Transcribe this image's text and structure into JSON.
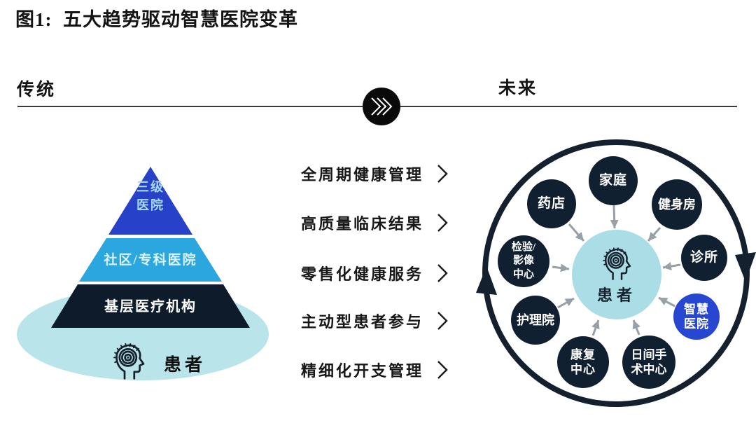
{
  "title": "图1:  五大趋势驱动智慧医院变革",
  "header": {
    "left_label": "传统",
    "right_label": "未来",
    "transition_icon": "triple-chevron-right-icon"
  },
  "traditional": {
    "pyramid_levels": [
      {
        "label": "三级\n医院",
        "color": "#2742c9"
      },
      {
        "label": "社区/专科医院",
        "color": "#2ca6de"
      },
      {
        "label": "基层医疗机构",
        "color": "#0d1b2b"
      }
    ],
    "patient_label": "患者",
    "patient_icon": "head-profile-mind-icon",
    "halo_color": "#b9e5ea"
  },
  "trends": [
    {
      "label": "全周期健康管理"
    },
    {
      "label": "高质量临床结果"
    },
    {
      "label": "零售化健康服务"
    },
    {
      "label": "主动型患者参与"
    },
    {
      "label": "精细化开支管理"
    }
  ],
  "future": {
    "center": {
      "label": "患者",
      "icon": "head-profile-mind-icon",
      "color": "#aadde6"
    },
    "ring_color": "#15202e",
    "arrow_color": "#98a0a6",
    "nodes": [
      {
        "label": "家庭",
        "color": "#112031"
      },
      {
        "label": "药店",
        "color": "#112031"
      },
      {
        "label": "健身房",
        "color": "#112031"
      },
      {
        "label": "检验/\n影像\n中心",
        "color": "#112031"
      },
      {
        "label": "诊所",
        "color": "#112031"
      },
      {
        "label": "护理院",
        "color": "#112031"
      },
      {
        "label": "康复\n中心",
        "color": "#112031"
      },
      {
        "label": "日间手\n术中心",
        "color": "#112031"
      },
      {
        "label": "智慧\n医院",
        "color": "#2847d0",
        "highlight": true
      }
    ]
  }
}
